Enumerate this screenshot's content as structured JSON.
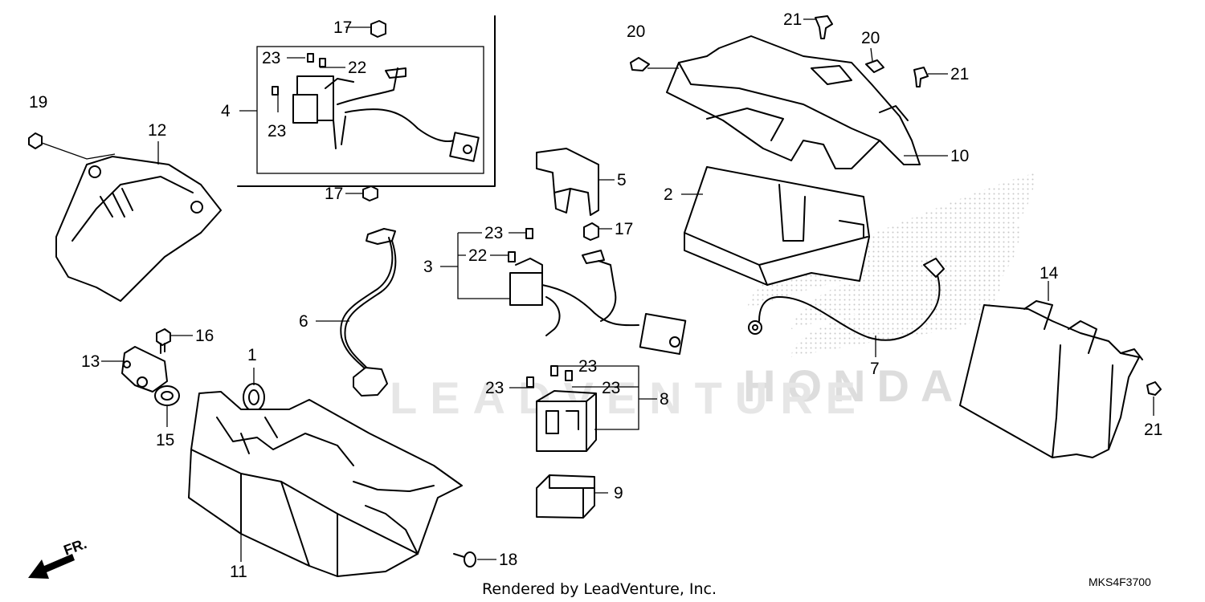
{
  "watermark": "LEADVENTURE",
  "brand_watermark": "HONDA",
  "credit": "Rendered by LeadVenture, Inc.",
  "diagram_code": "MKS4F3700",
  "front_arrow_label": "FR.",
  "callouts": {
    "c1": "1",
    "c2": "2",
    "c3": "3",
    "c4": "4",
    "c5": "5",
    "c6": "6",
    "c7": "7",
    "c8": "8",
    "c9": "9",
    "c10": "10",
    "c11": "11",
    "c12": "12",
    "c13": "13",
    "c14": "14",
    "c15": "15",
    "c16": "16",
    "c17a": "17",
    "c17b": "17",
    "c17c": "17",
    "c18": "18",
    "c19": "19",
    "c20a": "20",
    "c20b": "20",
    "c21a": "21",
    "c21b": "21",
    "c21c": "21",
    "c22a": "22",
    "c22b": "22",
    "c23a": "23",
    "c23b": "23",
    "c23c": "23",
    "c23d": "23",
    "c23e": "23",
    "c23f": "23"
  },
  "icons": [
    "front-direction-arrow-icon",
    "honda-wing-watermark-icon"
  ]
}
